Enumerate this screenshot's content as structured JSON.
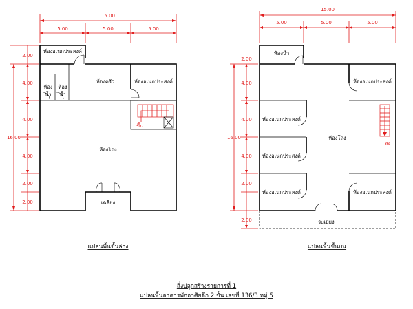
{
  "plans": {
    "ground": {
      "caption": "แปลนพื้นชั้นล่าง",
      "total_width": "15.00",
      "widths": [
        "5.00",
        "5.00",
        "5.00"
      ],
      "total_depth": "16.00",
      "depths": [
        "2.00",
        "4.00",
        "4.00",
        "4.00",
        "2.00",
        "2.00"
      ],
      "rooms": {
        "multipurpose_top": "ห้องอเนกประสงค์",
        "bath1_a": "ห้อง",
        "bath1_b": "น้ำ",
        "bath2_a": "ห้อง",
        "bath2_b": "น้ำ",
        "kitchen": "ห้องครัว",
        "multipurpose_right": "ห้องอเนกประสงค์",
        "hall": "ห้องโถง",
        "porch": "เฉลียง",
        "stair_up": "ขึ้น"
      }
    },
    "upper": {
      "caption": "แปลนพื้นชั้นบน",
      "total_width": "15.00",
      "widths": [
        "5.00",
        "5.00",
        "5.00"
      ],
      "total_depth": "16.00",
      "depths": [
        "2.00",
        "4.00",
        "4.00",
        "4.00",
        "2.00",
        "2.00"
      ],
      "rooms": {
        "bath": "ห้องน้ำ",
        "multipurpose_tr": "ห้องอเนกประสงค์",
        "multipurpose_l1": "ห้องอเนกประสงค์",
        "multipurpose_l2": "ห้องอเนกประสงค์",
        "multipurpose_l3": "ห้องอเนกประสงค์",
        "multipurpose_br": "ห้องอเนกประสงค์",
        "hall": "ห้องโถง",
        "balcony": "ระเบียง",
        "stair_down": "ลง"
      }
    }
  },
  "title": {
    "line1": "สิ่งปลูกสร้างรายการที่ 1",
    "line2": "แปลนพื้นอาคารพักอาศัยตึก 2 ชั้น เลขที่ 136/3 หมู่ 5"
  },
  "colors": {
    "dimension": "#e11d1d",
    "wall": "#000000"
  }
}
